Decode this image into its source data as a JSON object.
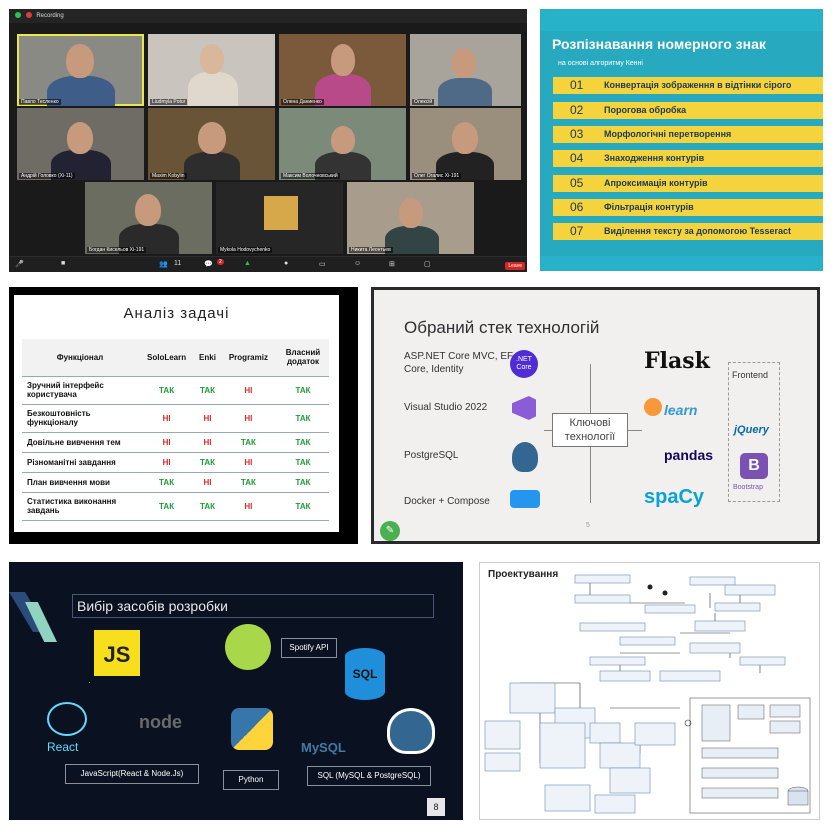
{
  "zoom": {
    "recording": "Recording",
    "participants": [
      {
        "name": "Павло Тесленко"
      },
      {
        "name": "Liudmyla Potur"
      },
      {
        "name": "Олена Даниенко"
      },
      {
        "name": "Олексій"
      },
      {
        "name": "Андрій Головко (Хi-11)"
      },
      {
        "name": "Maxim Kobylin"
      },
      {
        "name": "Максим Волочновський"
      },
      {
        "name": "Олег Огалис Хi-191"
      },
      {
        "name": "Богдан Кисельов Хi-191"
      },
      {
        "name": "Mykola Hodovychenko"
      },
      {
        "name": "Никита Леонтьев"
      }
    ],
    "participant_count": "11",
    "chat_badge": "2",
    "leave_label": "Leave"
  },
  "cyan_slide": {
    "title": "Розпізнавання номерного знак",
    "subtitle": "на основі алгоритму Кенні",
    "steps": [
      {
        "num": "01",
        "text": "Конвертація зображення в відтінки сірого"
      },
      {
        "num": "02",
        "text": "Порогова обробка"
      },
      {
        "num": "03",
        "text": "Морфологічні перетворення"
      },
      {
        "num": "04",
        "text": "Знаходження контурів"
      },
      {
        "num": "05",
        "text": "Апроксимація контурів"
      },
      {
        "num": "06",
        "text": "Фільтрація контурів"
      },
      {
        "num": "07",
        "text": "Виділення тексту за допомогою Tesseract"
      }
    ]
  },
  "analysis_slide": {
    "title": "Аналіз задачі",
    "headers": [
      "Функціонал",
      "SoloLearn",
      "Enki",
      "Programiz",
      "Власний додаток"
    ],
    "rows": [
      {
        "f": "Зручний інтерфейс користувача",
        "v": [
          "ТАК",
          "ТАК",
          "НІ",
          "ТАК"
        ]
      },
      {
        "f": "Безкоштовність функціоналу",
        "v": [
          "НІ",
          "НІ",
          "НІ",
          "ТАК"
        ]
      },
      {
        "f": "Довільне вивчення тем",
        "v": [
          "НІ",
          "НІ",
          "ТАК",
          "ТАК"
        ]
      },
      {
        "f": "Різноманітні завдання",
        "v": [
          "НІ",
          "ТАК",
          "НІ",
          "ТАК"
        ]
      },
      {
        "f": "План вивчення мови",
        "v": [
          "ТАК",
          "НІ",
          "ТАК",
          "ТАК"
        ]
      },
      {
        "f": "Статистика виконання завдань",
        "v": [
          "ТАК",
          "ТАК",
          "НІ",
          "ТАК"
        ]
      }
    ]
  },
  "stack_slide": {
    "title": "Обраний стек технологій",
    "left_items": [
      "ASP.NET Core MVC, EF Core, Identity",
      "Visual Studio 2022",
      "PostgreSQL",
      "Docker + Compose"
    ],
    "hub": "Ключові технології",
    "net_logo": ".NET Core",
    "flask": "Flask",
    "sklearn": "learn",
    "pandas": "pandas",
    "spacy": "spaCy",
    "frontend": "Frontend",
    "jquery": "jQuery",
    "bootstrap": "Bootstrap",
    "page": "5"
  },
  "tools_slide": {
    "title": "Вибір засобів розробки",
    "js": "JS",
    "react": "React",
    "node": "node",
    "spotify": "Spotify API",
    "sql": "SQL",
    "mysql": "MySQL",
    "js_box": "JavaScript(React & Node.Js)",
    "python_box": "Python",
    "sql_box": "SQL (MySQL & PostgreSQL)",
    "page": "8"
  },
  "diagram_slide": {
    "title": "Проектування"
  }
}
